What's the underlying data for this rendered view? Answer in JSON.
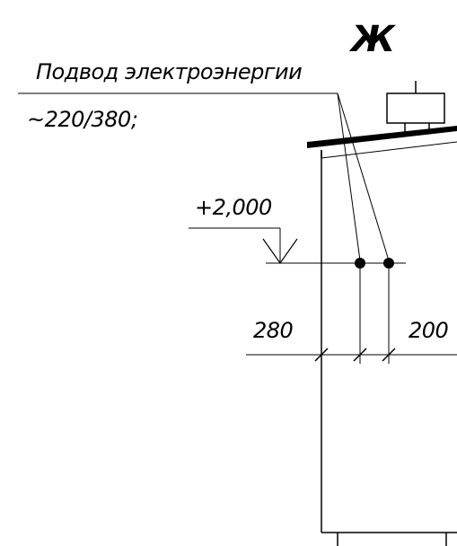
{
  "section_mark": "Ж",
  "callout": {
    "title": "Подвод электроэнергии",
    "voltage": "~220/380;"
  },
  "elevation": {
    "value": "+2,000"
  },
  "dimensions": {
    "left": "280",
    "right": "200"
  },
  "colors": {
    "ink": "#000000",
    "background": "#ffffff"
  }
}
